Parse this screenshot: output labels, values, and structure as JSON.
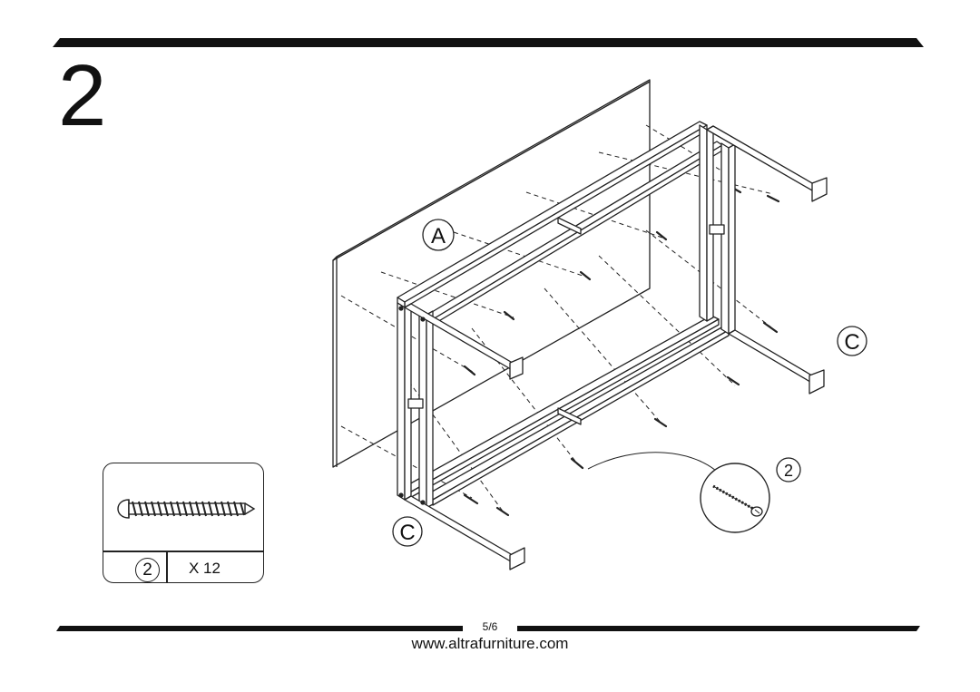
{
  "step": {
    "number": "2"
  },
  "labels": {
    "panel": "A",
    "leg_left": "C",
    "leg_right": "C",
    "callout_part": "2"
  },
  "hardware": {
    "part_number": "2",
    "quantity": "X 12"
  },
  "footer": {
    "page": "5/6",
    "website": "www.altrafurniture.com"
  }
}
